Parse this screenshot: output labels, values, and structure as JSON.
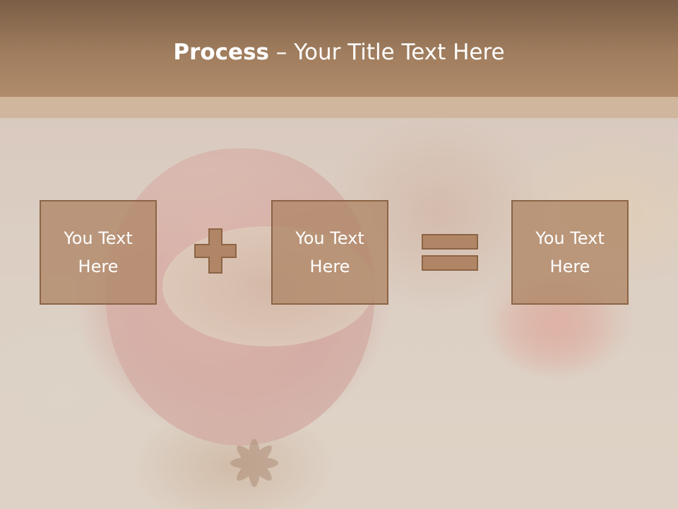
{
  "slide": {
    "title_bold": "Process",
    "title_rest": " – Your Title Text Here"
  },
  "process": {
    "boxes": [
      {
        "text": "You Text Here"
      },
      {
        "text": "You Text Here"
      },
      {
        "text": "You Text Here"
      }
    ],
    "operators": [
      "plus-icon",
      "equals-icon"
    ]
  },
  "colors": {
    "header": "#a07d5e",
    "box_fill": "#b08666",
    "box_border": "#8c6444",
    "operator_fill": "#b08666",
    "text": "#ffffff"
  }
}
